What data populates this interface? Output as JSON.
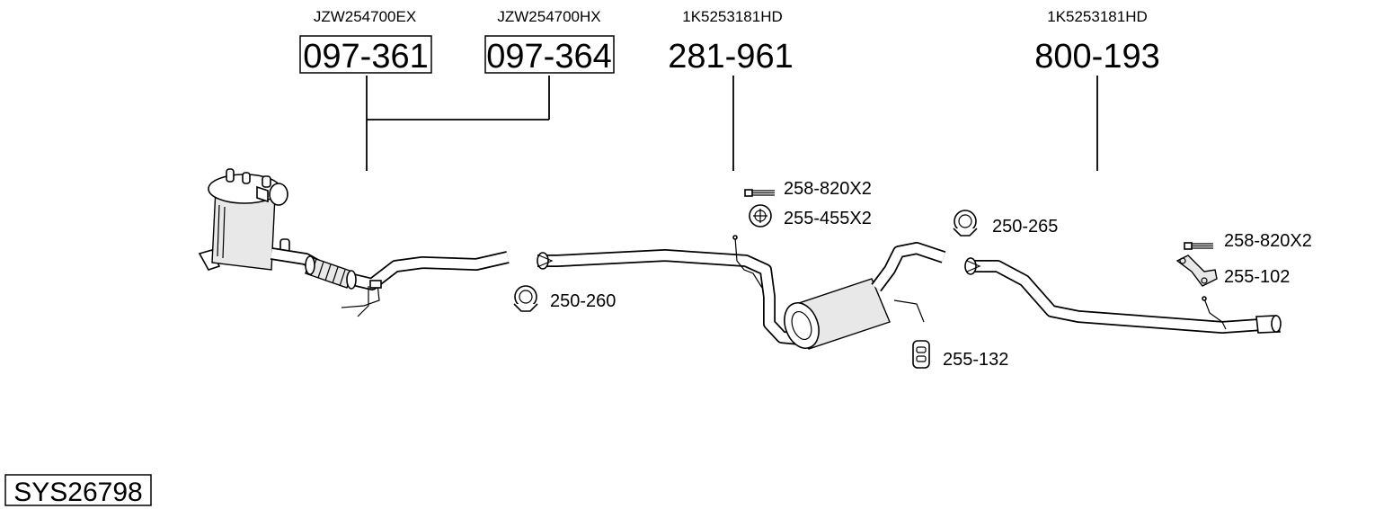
{
  "parts": [
    {
      "oem": "JZW254700EX",
      "number": "097-361"
    },
    {
      "oem": "JZW254700HX",
      "number": "097-364"
    },
    {
      "oem": "1K5253181HD",
      "number": "281-961"
    },
    {
      "oem": "1K5253181HD",
      "number": "800-193"
    }
  ],
  "accessories": {
    "clamp_front": "250-260",
    "bolt_mid": "258-820X2",
    "mount_mid": "255-455X2",
    "clamp_mid": "250-265",
    "rubber_mount": "255-132",
    "bolt_rear": "258-820X2",
    "bracket_rear": "255-102"
  },
  "system_id": "SYS26798"
}
